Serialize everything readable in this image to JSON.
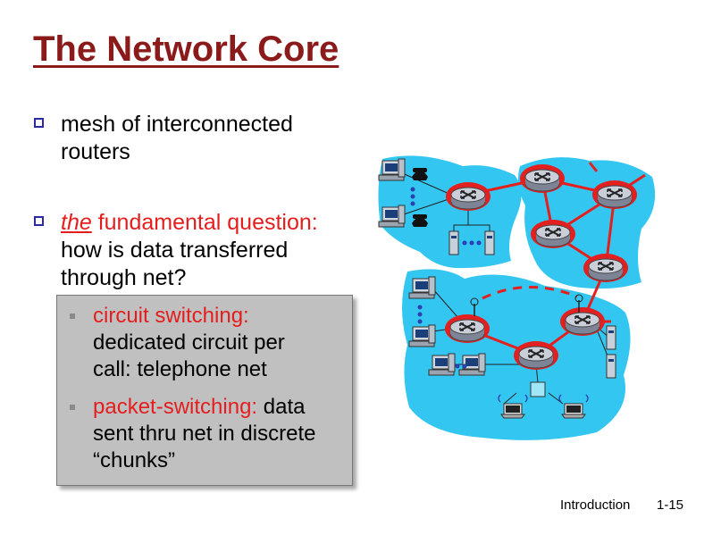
{
  "slide": {
    "title": "The Network Core",
    "bullet1": {
      "line1": "mesh of interconnected",
      "line2": "routers"
    },
    "bullet2": {
      "the": "the",
      "rest1": " fundamental question:",
      "line2": "how is data transferred",
      "line3": "through net?"
    },
    "box": {
      "item1": {
        "red": "circuit switching:",
        "line2": "dedicated circuit per",
        "line3": "call: telephone net"
      },
      "item2": {
        "red": "packet-switching:",
        "black": " data",
        "line2": "sent thru net in discrete",
        "line3": "“chunks”"
      }
    },
    "footer": {
      "section": "Introduction",
      "page": "1-15"
    }
  },
  "colors": {
    "title": "#8b1a1a",
    "accent_red": "#e41e1e",
    "bullet_blue": "#2a2aa5",
    "cloud": "#33c6f0",
    "router_body": "#a9aebd"
  }
}
